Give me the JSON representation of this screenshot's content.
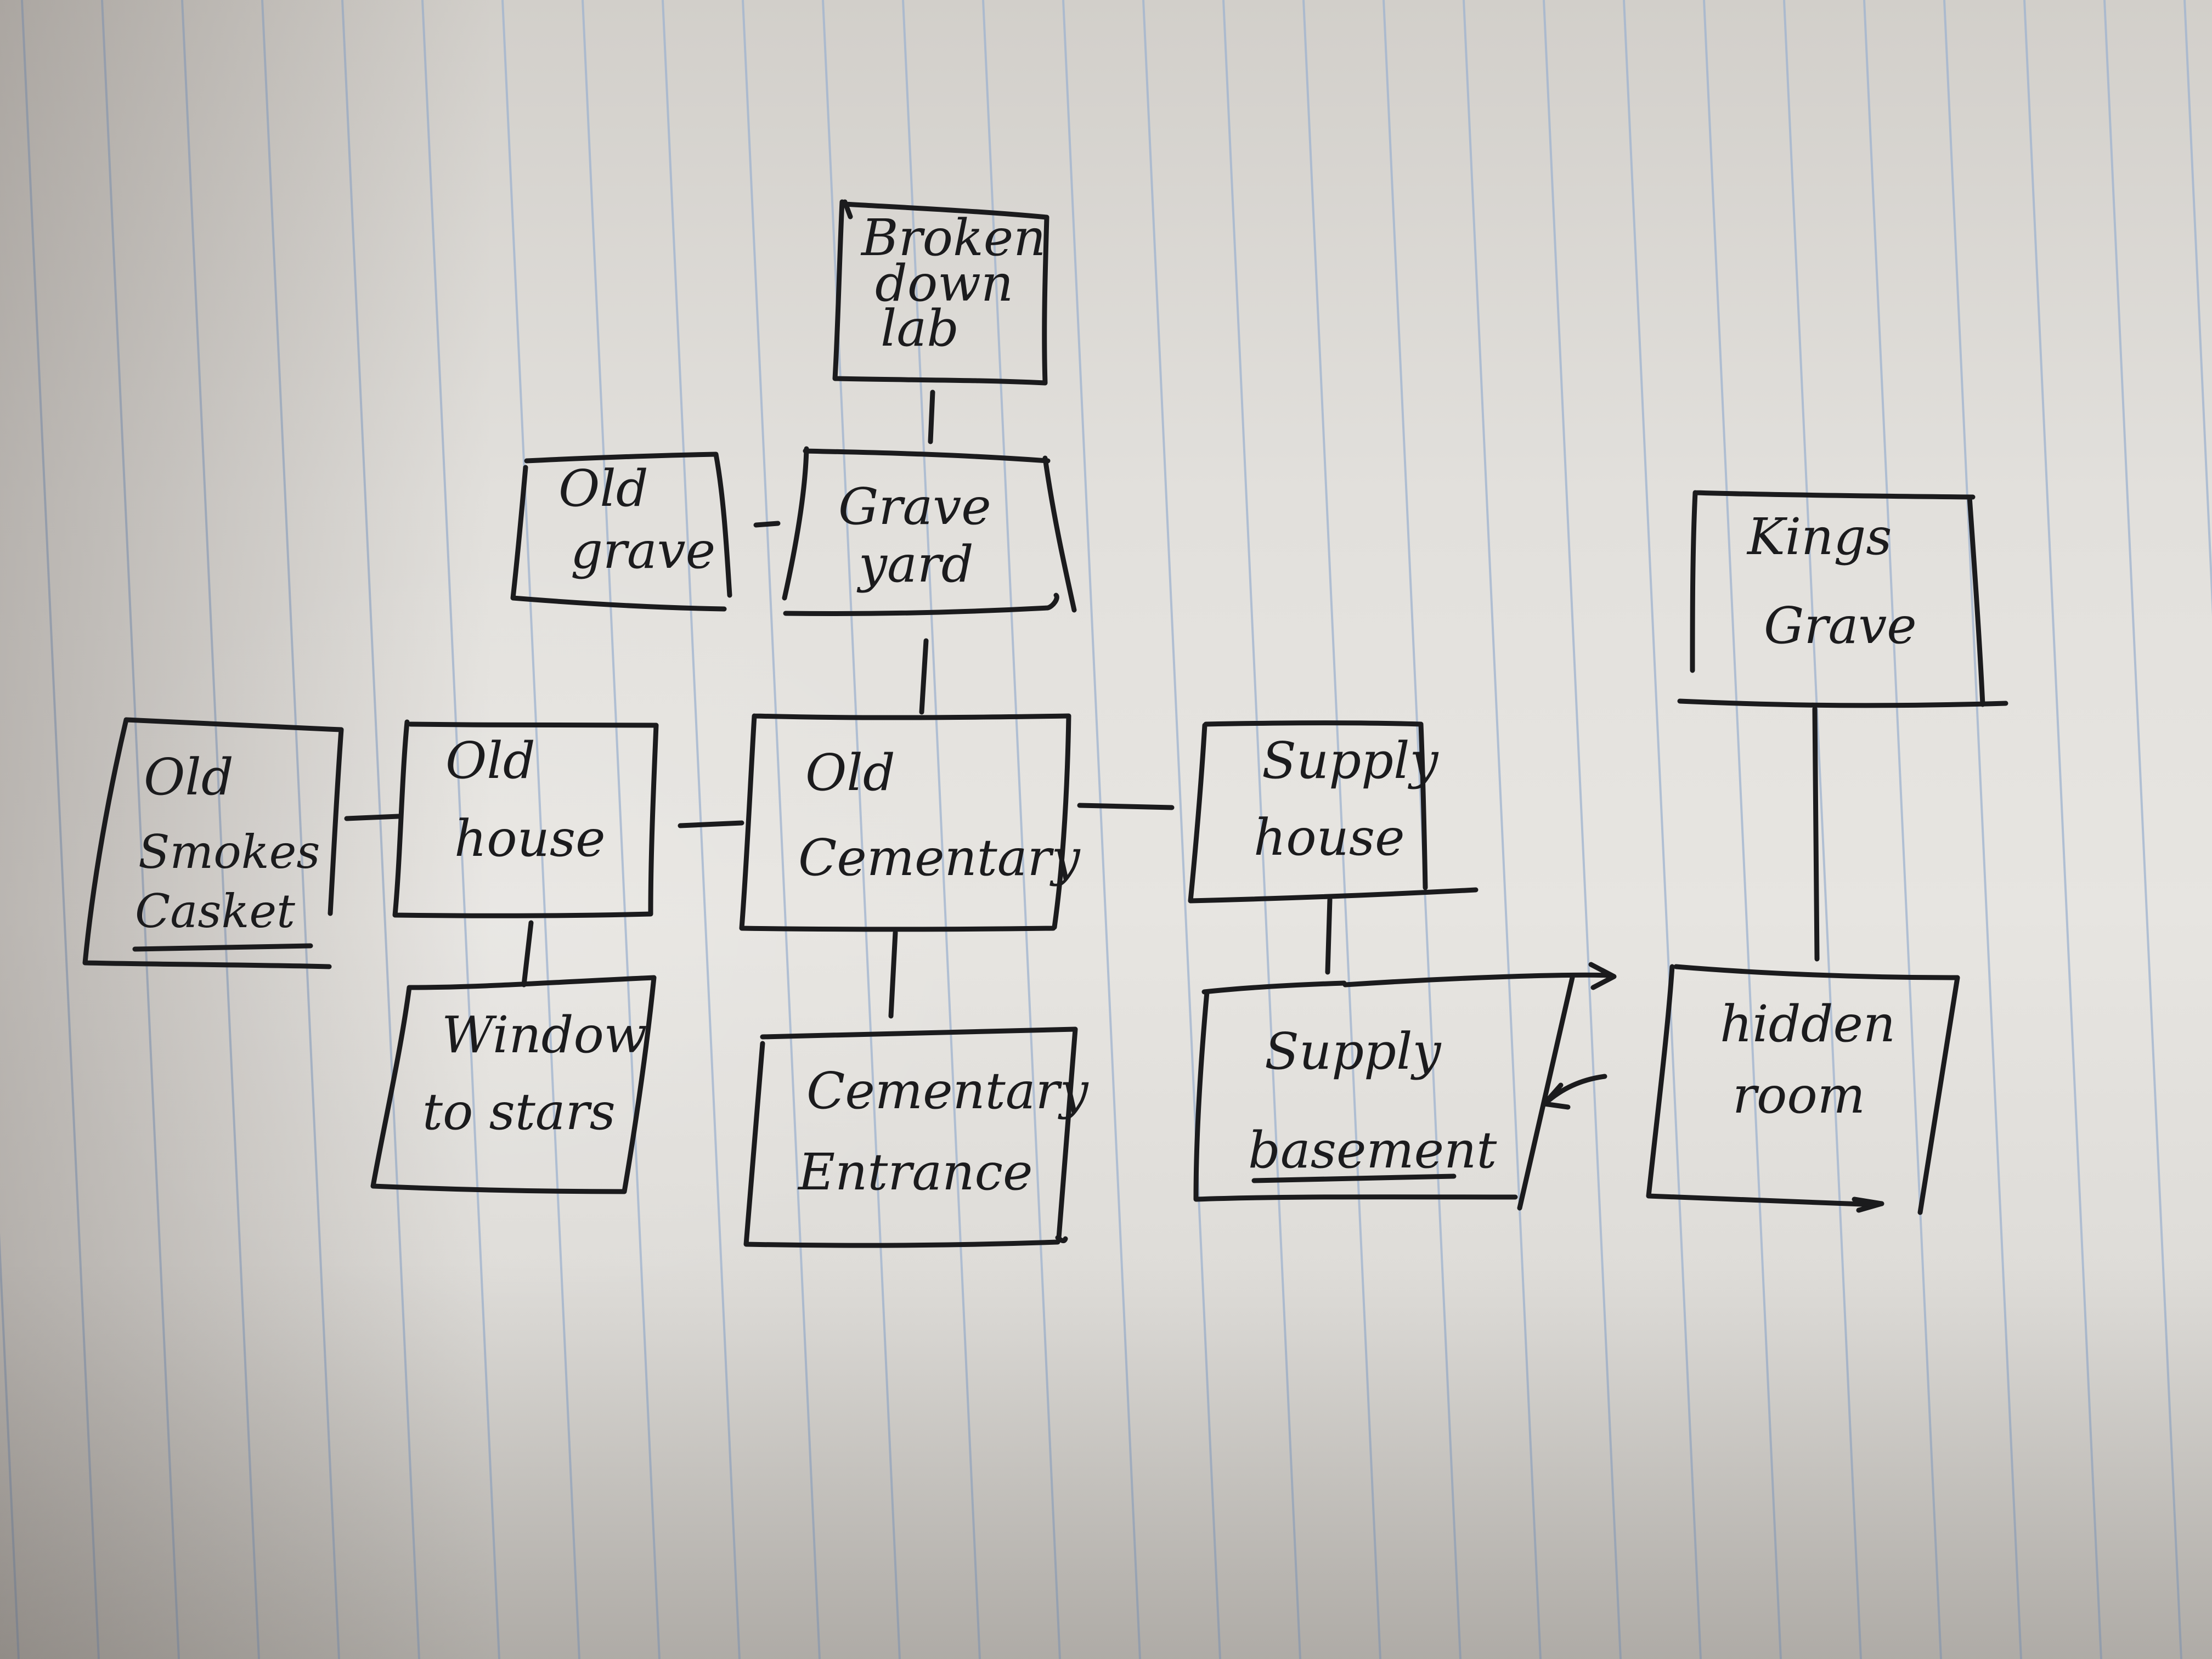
{
  "diagram": {
    "nodes": [
      {
        "id": "broken-down-lab",
        "lines": [
          "Broken",
          "down",
          "lab"
        ]
      },
      {
        "id": "old-grave",
        "lines": [
          "Old",
          "grave"
        ]
      },
      {
        "id": "grave-yard",
        "lines": [
          "Grave",
          "yard"
        ]
      },
      {
        "id": "kings-grave",
        "lines": [
          "Kings",
          "Grave"
        ]
      },
      {
        "id": "old-smokes-casket",
        "lines": [
          "Old",
          "Smokes",
          "Casket"
        ]
      },
      {
        "id": "old-house",
        "lines": [
          "Old",
          "house"
        ]
      },
      {
        "id": "old-cementary",
        "lines": [
          "Old",
          "Cementary"
        ]
      },
      {
        "id": "supply-house",
        "lines": [
          "Supply",
          "house"
        ]
      },
      {
        "id": "window-to-stars",
        "lines": [
          "Window",
          "to stars"
        ]
      },
      {
        "id": "cementary-entrance",
        "lines": [
          "Cementary",
          "Entrance"
        ]
      },
      {
        "id": "supply-basement",
        "lines": [
          "Supply",
          "basement"
        ]
      },
      {
        "id": "hidden-room",
        "lines": [
          "hidden",
          "room"
        ]
      }
    ],
    "edges": [
      {
        "from": "broken-down-lab",
        "to": "grave-yard"
      },
      {
        "from": "old-grave",
        "to": "grave-yard"
      },
      {
        "from": "grave-yard",
        "to": "old-cementary"
      },
      {
        "from": "old-smokes-casket",
        "to": "old-house"
      },
      {
        "from": "old-house",
        "to": "old-cementary"
      },
      {
        "from": "old-cementary",
        "to": "supply-house"
      },
      {
        "from": "old-house",
        "to": "window-to-stars"
      },
      {
        "from": "old-cementary",
        "to": "cementary-entrance"
      },
      {
        "from": "supply-house",
        "to": "supply-basement"
      },
      {
        "from": "kings-grave",
        "to": "hidden-room"
      },
      {
        "from": "supply-basement",
        "to": "hidden-room"
      }
    ],
    "colors": {
      "ink": "#1b1b1d",
      "paper": "#e4e2de",
      "rule": "#9fb3cf"
    }
  }
}
